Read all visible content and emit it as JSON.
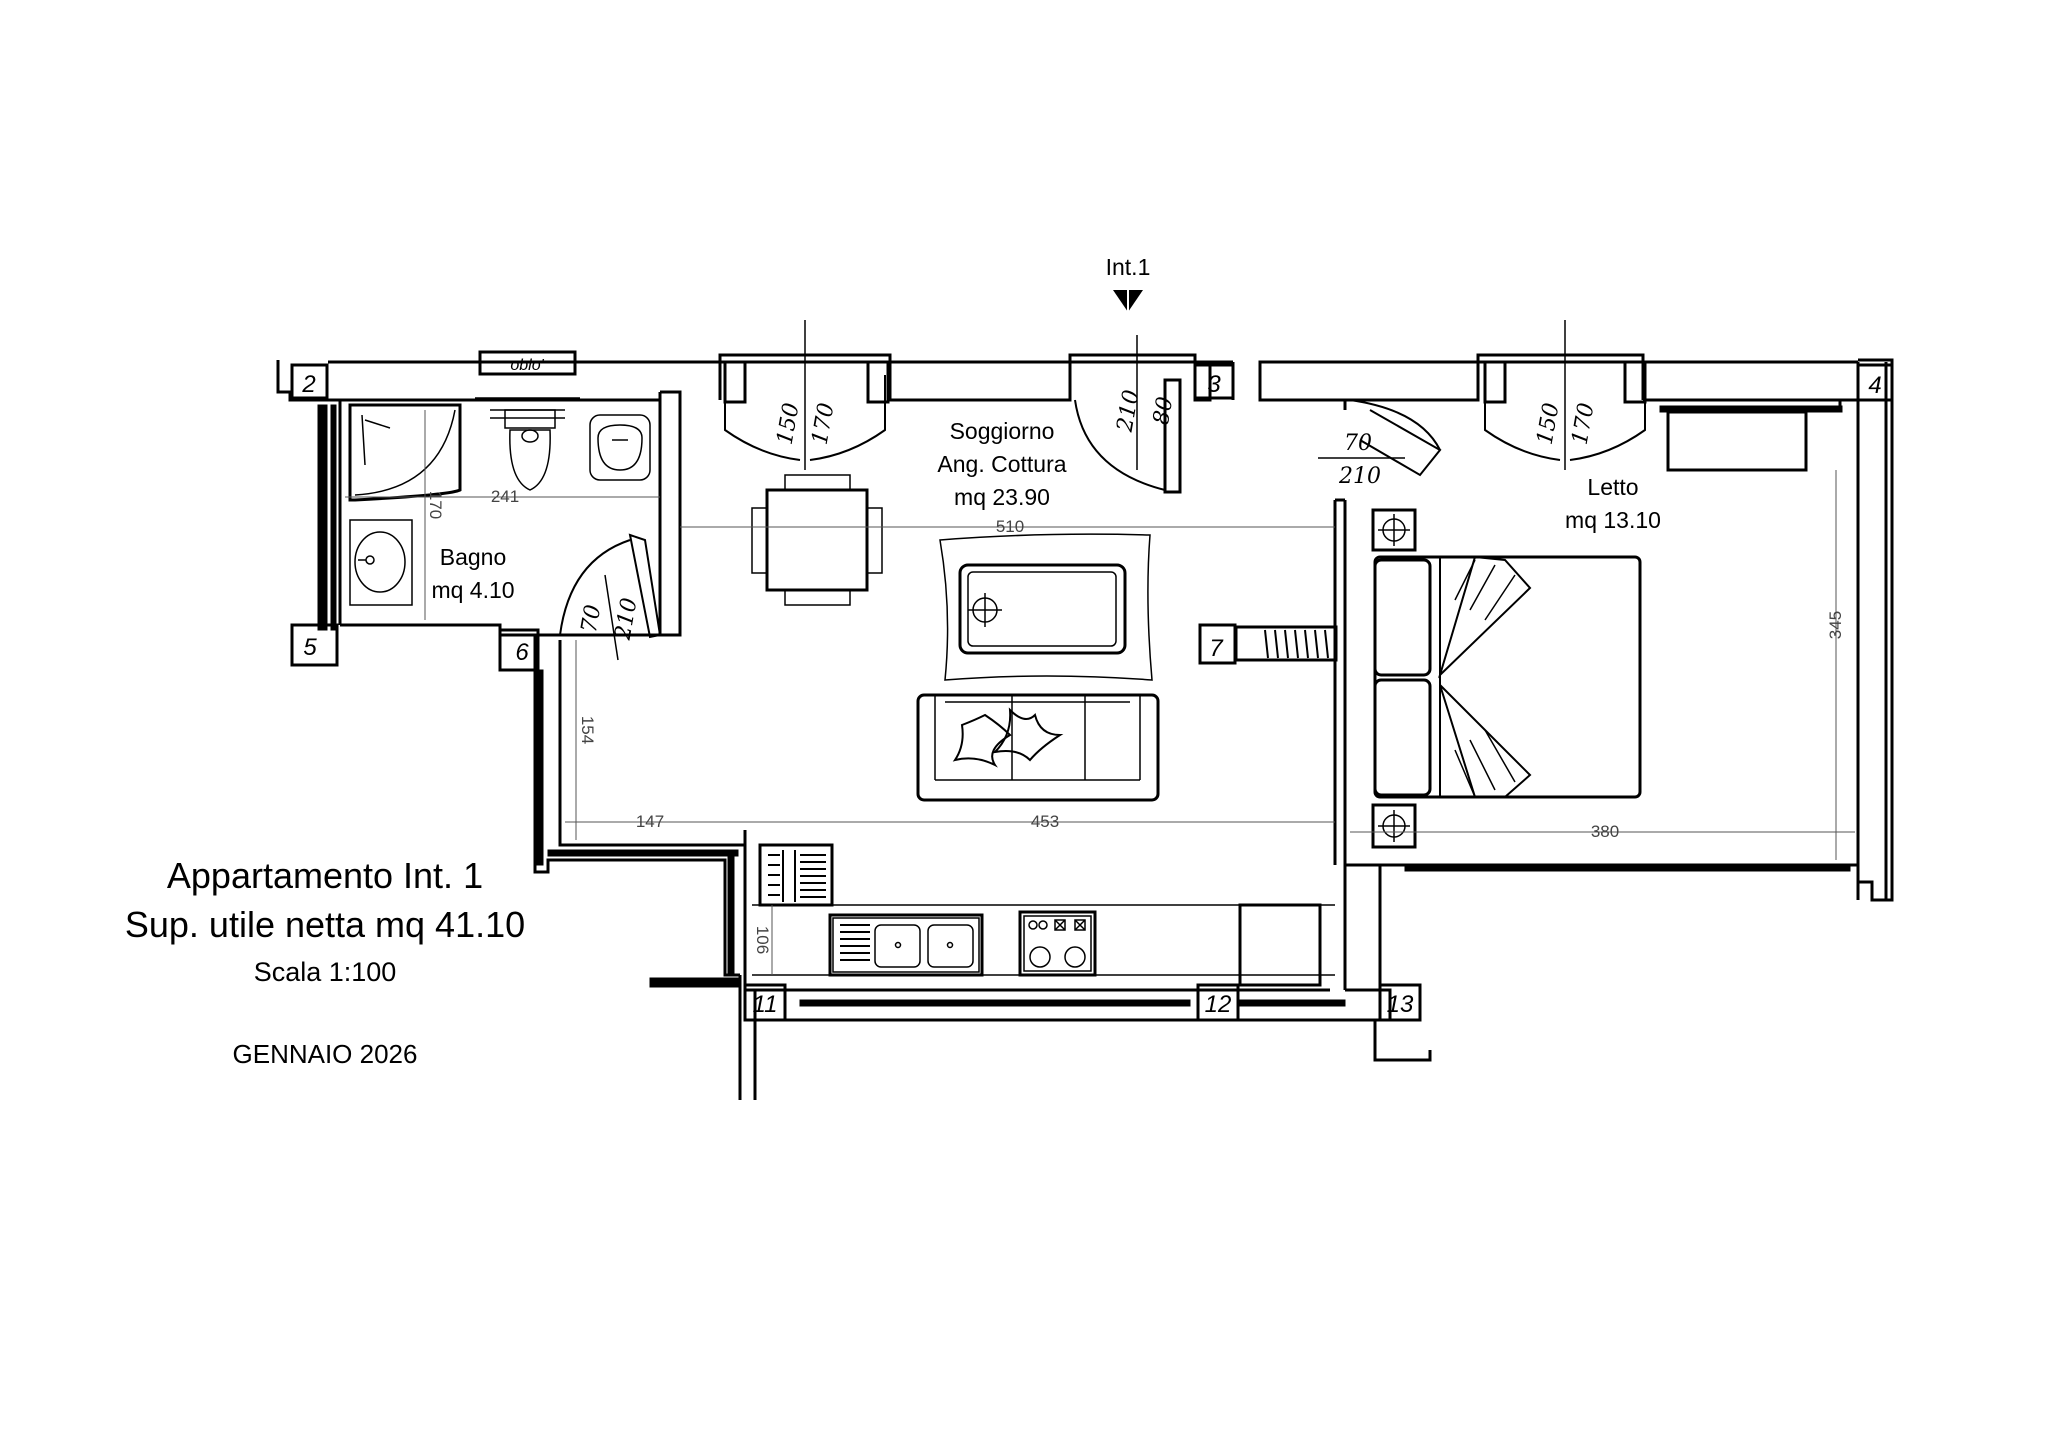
{
  "entrance": {
    "label": "Int.1"
  },
  "rooms": {
    "bagno": {
      "name": "Bagno",
      "area": "mq  4.10"
    },
    "soggiorno": {
      "name": "Soggiorno",
      "subtitle": "Ang. Cottura",
      "area": "mq 23.90"
    },
    "letto": {
      "name": "Letto",
      "area": "mq 13.10"
    }
  },
  "fixtures": {
    "oblo": "oblo'"
  },
  "doors": [
    {
      "id": "soggiorno-window",
      "width": "150",
      "height": "170"
    },
    {
      "id": "entrance-door",
      "width": "210",
      "height": "80"
    },
    {
      "id": "letto-door",
      "width": "70",
      "height": "210"
    },
    {
      "id": "letto-window",
      "width": "150",
      "height": "170"
    },
    {
      "id": "bagno-door",
      "width": "70",
      "height": "210"
    }
  ],
  "dimensions": {
    "bagno_width": "241",
    "bagno_depth": "170",
    "soggiorno_width": "510",
    "hall_depth": "154",
    "hall_width": "147",
    "kitchen_width": "453",
    "kitchen_depth": "106",
    "letto_width": "380",
    "letto_depth": "345"
  },
  "columns": [
    "2",
    "3",
    "4",
    "5",
    "6",
    "7",
    "11",
    "12",
    "13"
  ],
  "title_block": {
    "title": "Appartamento Int. 1",
    "surface": "Sup. utile netta mq 41.10",
    "scale": "Scala 1:100",
    "date": "GENNAIO 2026"
  }
}
